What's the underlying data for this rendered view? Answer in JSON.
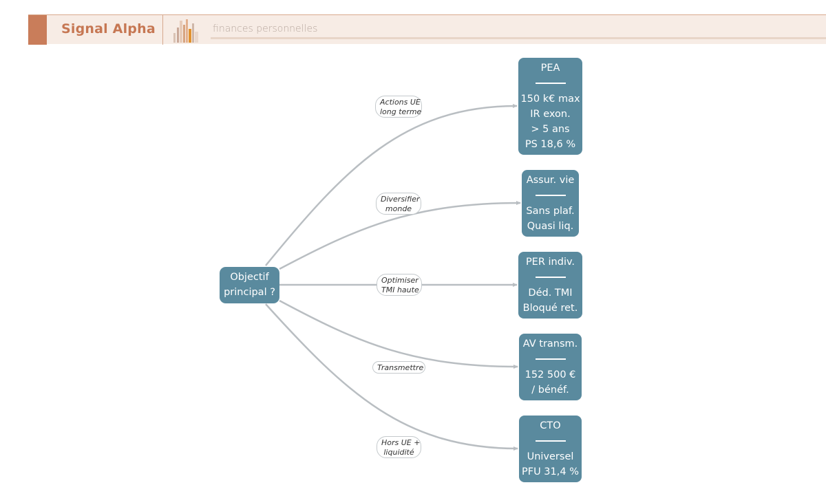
{
  "header": {
    "brand": "Signal Alpha",
    "tagline": "finances personnelles",
    "colors": {
      "swatch": "#c97d5a",
      "brand": "#c67753",
      "banner": "#f7ece5"
    },
    "logo_icon": "bar-chart-logo-icon"
  },
  "diagram": {
    "root": {
      "lines": [
        "Objectif",
        "principal ?"
      ]
    },
    "branches": [
      {
        "label": [
          "Actions UE",
          "long terme"
        ],
        "title": "PEA",
        "lines": [
          "150 k€ max",
          "IR exon.",
          "> 5 ans",
          "PS 18,6 %"
        ]
      },
      {
        "label": [
          "Diversifier",
          "monde"
        ],
        "title": "Assur. vie",
        "lines": [
          "Sans plaf.",
          "Quasi liq."
        ]
      },
      {
        "label": [
          "Optimiser",
          "TMI haute"
        ],
        "title": "PER indiv.",
        "lines": [
          "Déd. TMI",
          "Bloqué ret."
        ]
      },
      {
        "label": [
          "Transmettre"
        ],
        "title": "AV transm.",
        "lines": [
          "152 500 €",
          "/ bénéf."
        ]
      },
      {
        "label": [
          "Hors UE +",
          "liquidité"
        ],
        "title": "CTO",
        "lines": [
          "Universel",
          "PFU 31,4 %"
        ]
      }
    ],
    "colors": {
      "node": "#5a8a9e",
      "edge": "#b9bec2"
    }
  }
}
